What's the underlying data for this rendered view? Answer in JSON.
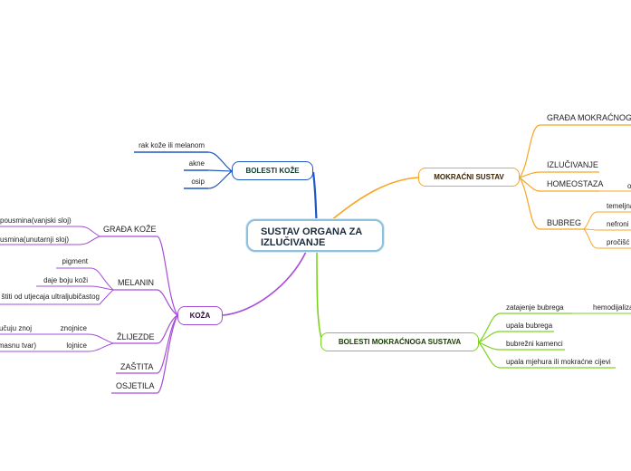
{
  "root": {
    "line1": "SUSTAV ORGANA ZA",
    "line2": "IZLUČIVANJE"
  },
  "colors": {
    "blue": "#1f57c3",
    "orange": "#f5a623",
    "green": "#7ed321",
    "purple": "#a64dd8",
    "root_border": "#8ec1de"
  },
  "bolesti_koze": {
    "title": "BOLESTI KOŽE",
    "items": [
      "rak kože ili melanom",
      "akne",
      "osip"
    ]
  },
  "koza": {
    "title": "KOŽA",
    "grada": {
      "label": "GRAĐA KOŽE",
      "items": [
        "pousmina(vanjski sloj)",
        "usmina(unutarnji sloj)"
      ]
    },
    "melanin": {
      "label": "MELANIN",
      "items": [
        "pigment",
        "daje boju koži",
        "štiti od utjecaja ultraljubičastog"
      ]
    },
    "zlijezde": {
      "label": "ŽLIJEZDE",
      "znojnice": {
        "label": "znojnice",
        "detail": "izlučuju znoj"
      },
      "lojnice": {
        "label": "lojnice",
        "detail": "(masnu tvar)"
      }
    },
    "zastita": "ZAŠTITA",
    "osjetila": "OSJETILA"
  },
  "mokracni": {
    "title": "MOKRAĆNI SUSTAV",
    "items": [
      "GRAĐA MOKRAĆNOG SUSTAVA",
      "IZLUČIVANJE",
      "HOMEOSTAZA"
    ],
    "homeostaza_detail": "o",
    "bubreg": {
      "label": "BUBREG",
      "items": [
        "temeljna",
        "nefroni",
        "pročišć"
      ]
    }
  },
  "bolesti_mokracnog": {
    "title": "BOLESTI MOKRAĆNOGA SUSTAVA",
    "items": [
      "zatajenje bubrega",
      "upala bubrega",
      "bubrežni kamenci",
      "upala mjehura ili mokraćne cijevi"
    ],
    "zatajenje_detail": "hemodijaliza"
  }
}
